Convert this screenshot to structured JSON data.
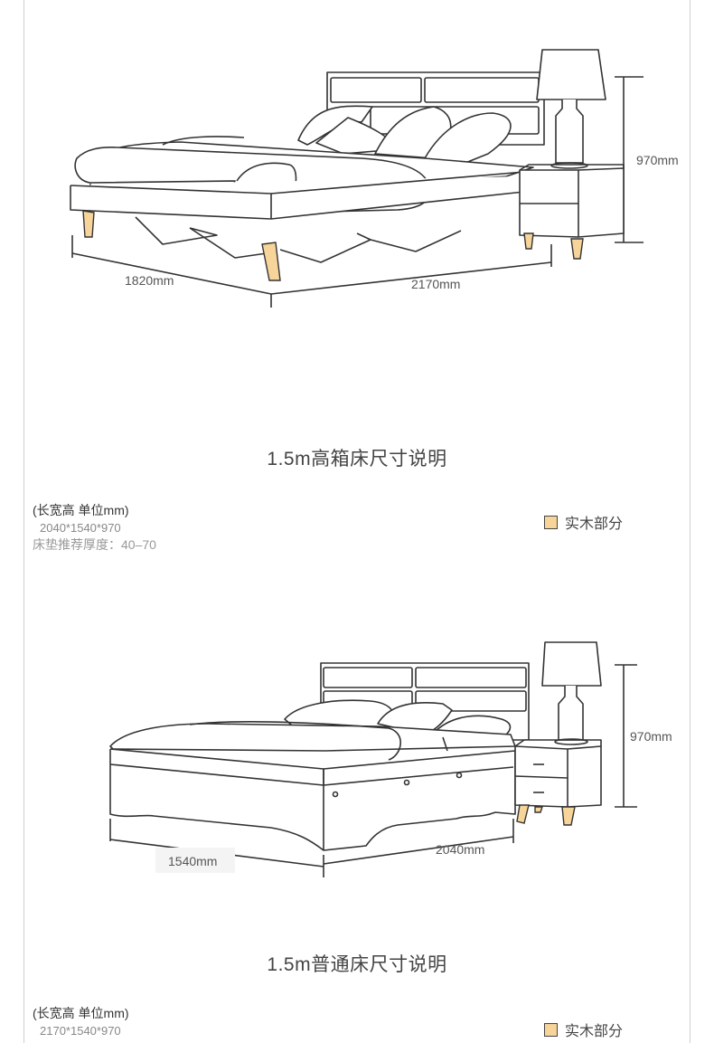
{
  "section1": {
    "dims": {
      "height": "970mm",
      "width": "1820mm",
      "length": "2170mm"
    },
    "title": "1.5m高箱床尺寸说明",
    "spec_header": "(长宽高 单位mm)",
    "spec_values": "2040*1540*970",
    "mattress_note": "床垫推荐厚度：40–70",
    "legend": "实木部分"
  },
  "section2": {
    "dims": {
      "height": "970mm",
      "width": "1540mm",
      "length": "2040mm"
    },
    "title": "1.5m普通床尺寸说明",
    "spec_header": "(长宽高 单位mm)",
    "spec_values": "2170*1540*970",
    "legend": "实木部分"
  },
  "colors": {
    "wood": "#f7d49a",
    "line": "#333333",
    "frame": "#cfcfcf"
  }
}
